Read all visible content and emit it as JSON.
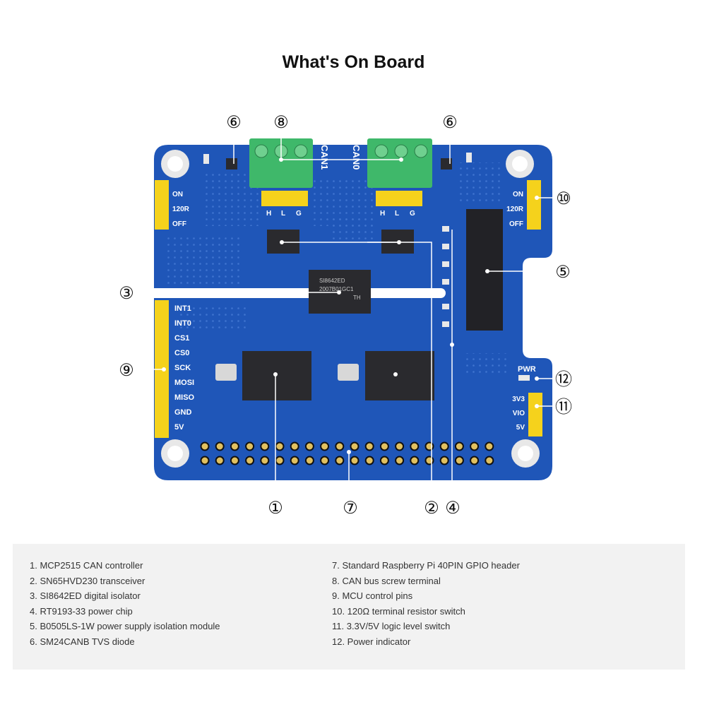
{
  "title": "What's On Board",
  "board": {
    "colors": {
      "pcb": "#1f56b8",
      "pcb_dark": "#17449a",
      "terminal": "#3fb86a",
      "jumper": "#f5d21c",
      "chip": "#2a2a2e",
      "silk": "#ffffff"
    },
    "connector_labels": [
      "CAN1",
      "CAN0"
    ],
    "terminal_pins": [
      "H",
      "L",
      "G"
    ],
    "switch_left": [
      "ON",
      "120R",
      "OFF"
    ],
    "switch_right": [
      "ON",
      "120R",
      "OFF"
    ],
    "mcu_pins": [
      "INT1",
      "INT0",
      "CS1",
      "CS0",
      "SCK",
      "MOSI",
      "MISO",
      "GND",
      "5V"
    ],
    "pwr_label": "PWR",
    "level_labels": [
      "3V3",
      "VIO",
      "5V"
    ],
    "isolator_marking": [
      "SI8642ED",
      "2007B01GC1",
      "TH"
    ]
  },
  "callouts": [
    "①",
    "②",
    "③",
    "④",
    "⑤",
    "⑥",
    "⑥",
    "⑦",
    "⑧",
    "⑨",
    "⑩",
    "⑪",
    "⑫"
  ],
  "legend": {
    "left": [
      "1. MCP2515 CAN controller",
      "2. SN65HVD230 transceiver",
      "3. SI8642ED digital isolator",
      "4. RT9193-33 power chip",
      "5. B0505LS-1W power supply isolation module",
      "6. SM24CANB TVS diode"
    ],
    "right": [
      "7. Standard Raspberry Pi 40PIN GPIO header",
      "8. CAN bus screw terminal",
      "9. MCU control pins",
      "10. 120Ω terminal resistor switch",
      "11. 3.3V/5V logic level switch",
      "12. Power indicator"
    ]
  }
}
